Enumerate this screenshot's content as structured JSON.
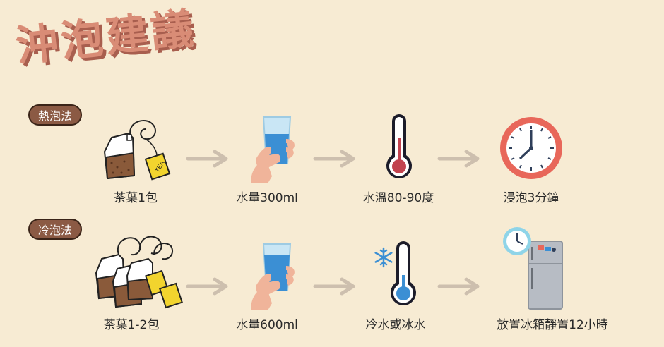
{
  "title": "沖泡建議",
  "hot": {
    "method": "熱泡法",
    "steps": [
      "茶葉1包",
      "水量300ml",
      "水溫80-90度",
      "浸泡3分鐘"
    ]
  },
  "cold": {
    "method": "冷泡法",
    "steps": [
      "茶葉1-2包",
      "水量600ml",
      "冷水或冰水",
      "放置冰箱靜置12小時"
    ]
  },
  "tea_tag_text": "TEA",
  "colors": {
    "background": "#f7ebd3",
    "title": "#d98c76",
    "pill": "#8b5a44",
    "arrow": "#cdbfae",
    "water": "#3b8fd4",
    "hot_thermometer": "#c2434f",
    "cold_thermometer": "#3b8fd4",
    "clock": "#e8675a"
  },
  "icons": [
    "tea-bag-icon",
    "water-glass-icon",
    "thermometer-icon",
    "clock-icon",
    "snowflake-icon",
    "refrigerator-icon"
  ]
}
